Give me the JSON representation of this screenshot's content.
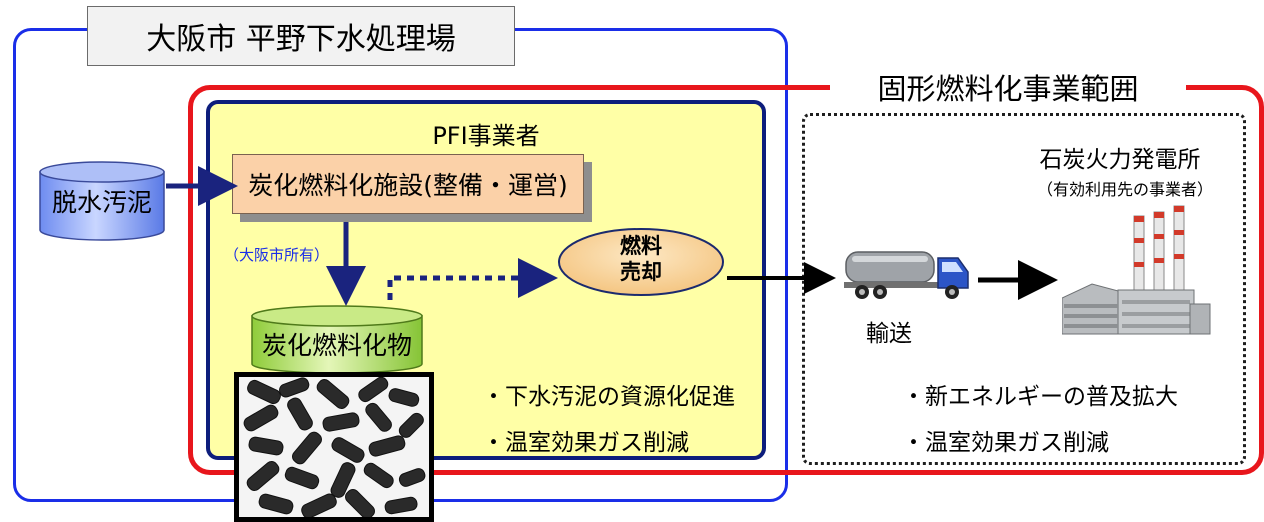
{
  "header": {
    "title": "大阪市 平野下水処理場"
  },
  "scope": {
    "label": "固形燃料化事業範囲"
  },
  "pfi": {
    "title": "PFI事業者",
    "facility": "炭化燃料化施設(整備・運営)",
    "owner_note": "（大阪市所有）",
    "product": "炭化燃料化物",
    "sale": [
      "燃料",
      "売却"
    ],
    "benefits": [
      "・下水汚泥の資源化促進",
      "・温室効果ガス削減"
    ]
  },
  "input": {
    "label": "脱水汚泥"
  },
  "transport": {
    "label": "輸送"
  },
  "power_plant": {
    "title": "石炭火力発電所",
    "subtitle": "（有効利用先の事業者）",
    "benefits": [
      "・新エネルギーの普及拡大",
      "・温室効果ガス削減"
    ]
  },
  "colors": {
    "city_frame": "#1a2ee8",
    "scope_frame": "#e8161c",
    "pfi_fill": "#ffffa6",
    "pfi_border": "#0d1d7c",
    "facility_fill": "#fbd1a8",
    "arrow": "#1a237e"
  },
  "icons": [
    "sludge-cylinder-icon",
    "fuel-cylinder-icon",
    "truck-icon",
    "power-plant-icon",
    "charcoal-photo"
  ]
}
